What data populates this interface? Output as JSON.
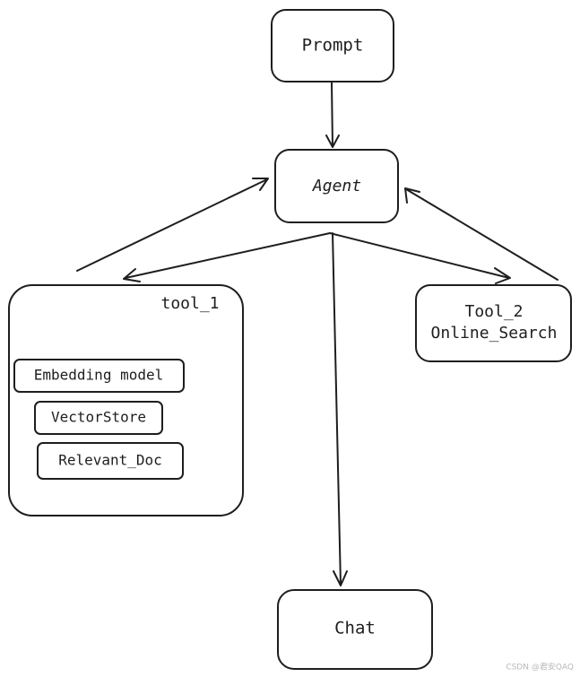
{
  "colors": {
    "stroke": "#1e1e1e",
    "background": "#ffffff",
    "watermark": "#b8b8b8"
  },
  "nodes": {
    "prompt": "Prompt",
    "agent": "Agent",
    "tool_1": {
      "title": "tool_1",
      "items": [
        "Embedding model",
        "VectorStore",
        "Relevant_Doc"
      ]
    },
    "tool_2": {
      "line1": "Tool_2",
      "line2": "Online_Search"
    },
    "chat": "Chat"
  },
  "edges": [
    {
      "from": "prompt",
      "to": "agent"
    },
    {
      "from": "agent",
      "to": "tool_1"
    },
    {
      "from": "tool_1",
      "to": "agent"
    },
    {
      "from": "agent",
      "to": "tool_2"
    },
    {
      "from": "tool_2",
      "to": "agent"
    },
    {
      "from": "agent",
      "to": "chat"
    }
  ],
  "watermark": "CSDN @君安QAQ"
}
